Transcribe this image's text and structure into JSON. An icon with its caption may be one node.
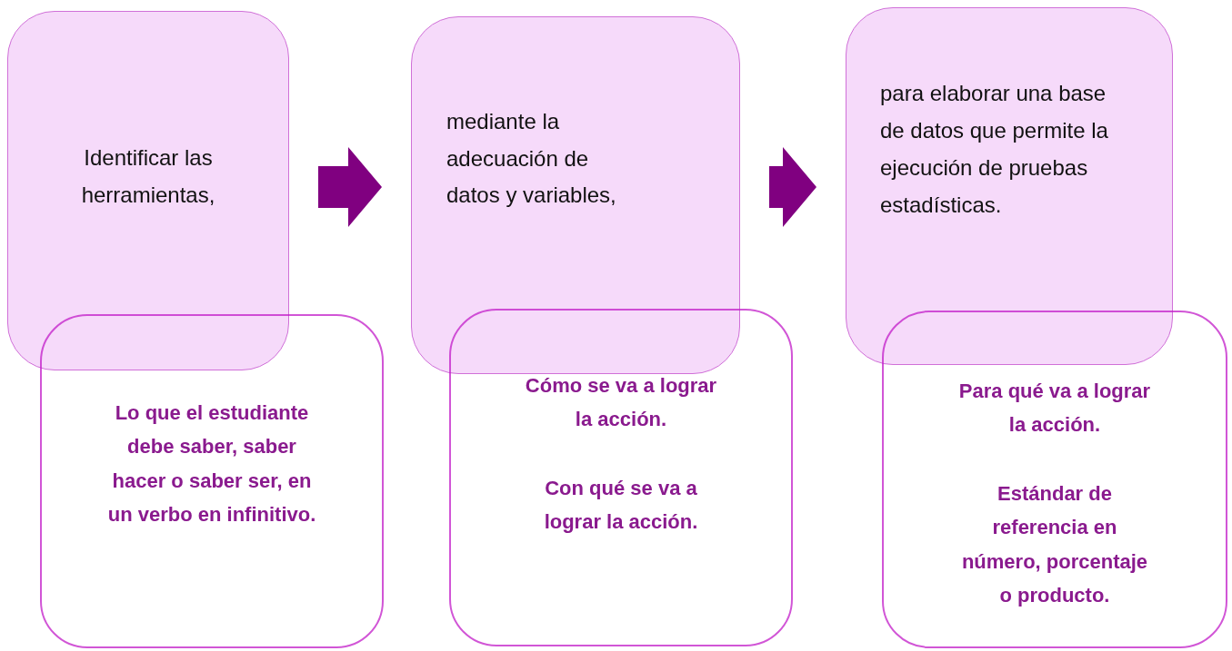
{
  "diagram": {
    "nodes": [
      {
        "text": [
          "Identificar las herramientas,"
        ]
      },
      {
        "text": [
          "Lo que el estudiante debe saber, saber hacer o saber ser, en un verbo en infinitivo."
        ]
      },
      {
        "text": [
          "mediante la adecuación de datos y variables,"
        ]
      },
      {
        "text": [
          "Cómo se va a lograr la acción.",
          "Con qué se va a lograr la acción."
        ]
      },
      {
        "text": [
          "para elaborar una base de datos que permite la ejecución de pruebas estadísticas."
        ]
      },
      {
        "text": [
          "Para qué va a lograr la acción.",
          "Estándar de referencia en número, porcentaje o producto."
        ]
      }
    ],
    "edges": [
      {
        "from": 0,
        "to": 2,
        "arrow": "to"
      },
      {
        "from": 2,
        "to": 4,
        "arrow": "to"
      }
    ]
  }
}
